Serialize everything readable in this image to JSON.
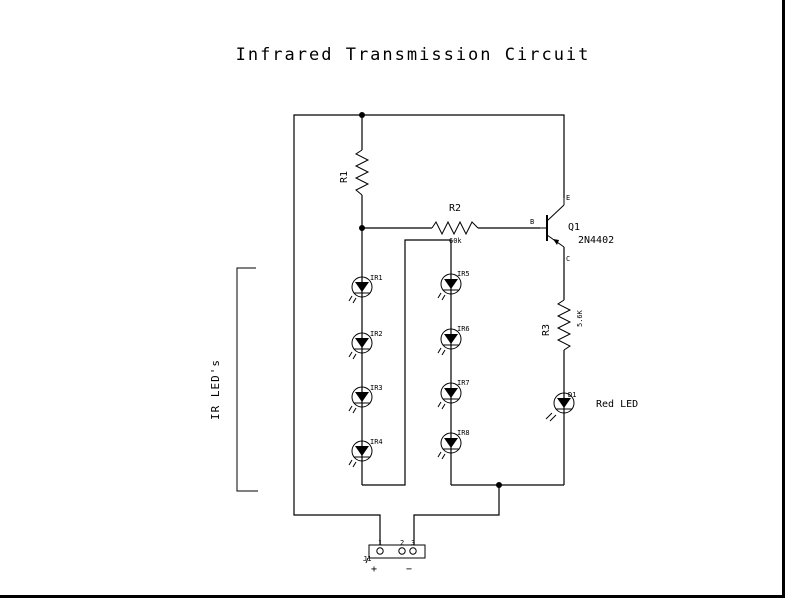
{
  "title": "Infrared Transmission Circuit",
  "components": {
    "r1": {
      "ref": "R1",
      "value": ""
    },
    "r2": {
      "ref": "R2",
      "value": "60k"
    },
    "r3": {
      "ref": "R3",
      "value": "5.6K"
    },
    "q1": {
      "ref": "Q1",
      "part": "2N4402"
    },
    "red_led": {
      "label": "Red LED"
    },
    "ir_leds": [
      "IR1",
      "IR2",
      "IR3",
      "IR4",
      "IR5",
      "IR6",
      "IR7",
      "IR8"
    ],
    "ir_group_label": "IR LED's",
    "connector": {
      "plus": "+",
      "minus": "−"
    }
  }
}
